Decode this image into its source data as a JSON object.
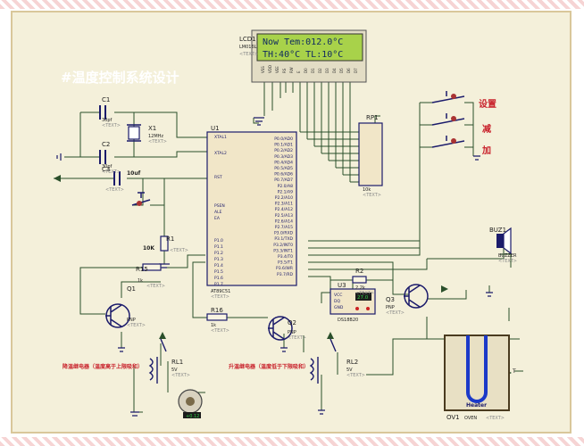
{
  "title": "#温度控制系统设计",
  "lcd": {
    "ref": "LCD1",
    "model": "LM016L",
    "line1": "Now Tem:012.0°C",
    "line2": "TH:40°C   TL:10°C",
    "pins": [
      "VSS",
      "VDD",
      "VEE",
      "RS",
      "RW",
      "E",
      "D0",
      "D1",
      "D2",
      "D3",
      "D4",
      "D5",
      "D6",
      "D7"
    ]
  },
  "placeholder": "<TEXT>",
  "mcu": {
    "ref": "U1",
    "model": "AT89C51",
    "left_pins": [
      "XTAL1",
      "XTAL2",
      "RST",
      "PSEN",
      "ALE",
      "EA",
      "P1.0",
      "P1.1",
      "P1.2",
      "P1.3",
      "P1.4",
      "P1.5",
      "P1.6",
      "P1.7"
    ],
    "right_pins": [
      "P0.0/AD0",
      "P0.1/AD1",
      "P0.2/AD2",
      "P0.3/AD3",
      "P0.4/AD4",
      "P0.5/AD5",
      "P0.6/AD6",
      "P0.7/AD7",
      "P2.0/A8",
      "P2.1/A9",
      "P2.2/A10",
      "P2.3/A11",
      "P2.4/A12",
      "P2.5/A13",
      "P2.6/A14",
      "P2.7/A15",
      "P3.0/RXD",
      "P3.1/TXD",
      "P3.2/INT0",
      "P3.3/INT1",
      "P3.4/T0",
      "P3.5/T1",
      "P3.6/WR",
      "P3.7/RD"
    ]
  },
  "components": {
    "c1": {
      "ref": "C1",
      "value": "30pf"
    },
    "c2": {
      "ref": "C2",
      "value": "30pf"
    },
    "c3": {
      "ref": "C3",
      "value": "10uf"
    },
    "x1": {
      "ref": "X1",
      "value": "12MHz"
    },
    "r1": {
      "ref": "R1",
      "value": "10K"
    },
    "r15": {
      "ref": "R15",
      "value": "1k"
    },
    "r16": {
      "ref": "R16",
      "value": "1k"
    },
    "r2": {
      "ref": "R2",
      "value": "2.2k"
    },
    "rp1": {
      "ref": "RP1",
      "value": "10k"
    },
    "q1": {
      "ref": "Q1",
      "value": "PNP"
    },
    "q2": {
      "ref": "Q2",
      "value": "PNP"
    },
    "q3": {
      "ref": "Q3",
      "value": "PNP"
    },
    "u3": {
      "ref": "U3",
      "model": "DS18B20",
      "reading": "27.0",
      "pins": [
        "VCC",
        "DQ",
        "GND"
      ]
    },
    "rl1": {
      "ref": "RL1",
      "value": "5V"
    },
    "rl2": {
      "ref": "RL2",
      "value": "5V"
    },
    "buz": {
      "ref": "BUZ1",
      "model": "BUZZER"
    },
    "oven": {
      "ref": "OV1",
      "model": "OVEN",
      "element": "Heater",
      "t_pin": "T"
    },
    "fan_reading": "+0.12"
  },
  "buttons": [
    "设置",
    "减",
    "加"
  ],
  "relay_labels": {
    "cool": "降温继电器（温度高于上限吸和）",
    "heat": "升温继电器（温度低于下限吸和）"
  },
  "colors": {
    "wire": "#2a4f2a",
    "component": "#1b1b6b",
    "label_red": "#c8202a",
    "lcd_bg": "#a8d24a",
    "sheet": "#f4f0da"
  }
}
